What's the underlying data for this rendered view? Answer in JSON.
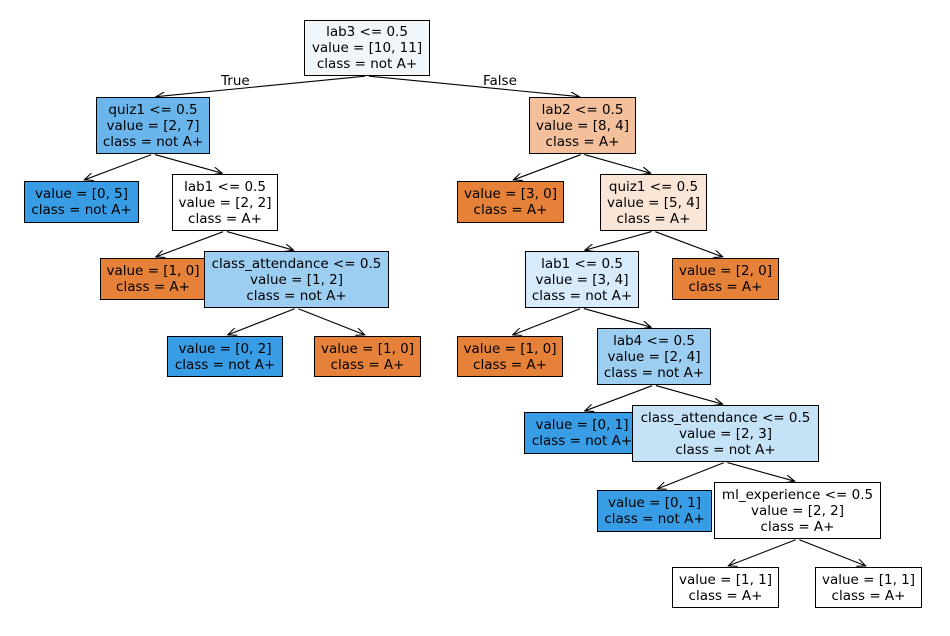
{
  "tree": {
    "branch_labels": {
      "left": "True",
      "right": "False"
    },
    "colors": {
      "orange_full": "#e58139",
      "orange_mid": "#f4c09b",
      "orange_light": "#fae6d7",
      "blue_full": "#399de5",
      "blue_mid": "#6ab6ec",
      "blue_soft": "#9ccef2",
      "blue_light": "#c5e2f7",
      "blue_pale": "#d7ebfa",
      "blue_faint": "#eff7fd",
      "white": "#ffffff"
    },
    "nodes": [
      {
        "id": "n0",
        "lines": [
          "lab3 <= 0.5",
          "value = [10, 11]",
          "class = not A+"
        ],
        "fill": "blue_faint",
        "parent": null
      },
      {
        "id": "n1",
        "lines": [
          "quiz1 <= 0.5",
          "value = [2, 7]",
          "class = not A+"
        ],
        "fill": "blue_mid",
        "parent": "n0"
      },
      {
        "id": "n2",
        "lines": [
          "value = [0, 5]",
          "class = not A+"
        ],
        "fill": "blue_full",
        "parent": "n1"
      },
      {
        "id": "n3",
        "lines": [
          "lab1 <= 0.5",
          "value = [2, 2]",
          "class = A+"
        ],
        "fill": "white",
        "parent": "n1"
      },
      {
        "id": "n4",
        "lines": [
          "value = [1, 0]",
          "class = A+"
        ],
        "fill": "orange_full",
        "parent": "n3"
      },
      {
        "id": "n5",
        "lines": [
          "class_attendance <= 0.5",
          "value = [1, 2]",
          "class = not A+"
        ],
        "fill": "blue_soft",
        "parent": "n3"
      },
      {
        "id": "n6",
        "lines": [
          "value = [0, 2]",
          "class = not A+"
        ],
        "fill": "blue_full",
        "parent": "n5"
      },
      {
        "id": "n7",
        "lines": [
          "value = [1, 0]",
          "class = A+"
        ],
        "fill": "orange_full",
        "parent": "n5"
      },
      {
        "id": "n8",
        "lines": [
          "lab2 <= 0.5",
          "value = [8, 4]",
          "class = A+"
        ],
        "fill": "orange_mid",
        "parent": "n0"
      },
      {
        "id": "n9",
        "lines": [
          "value = [3, 0]",
          "class = A+"
        ],
        "fill": "orange_full",
        "parent": "n8"
      },
      {
        "id": "n10",
        "lines": [
          "quiz1 <= 0.5",
          "value = [5, 4]",
          "class = A+"
        ],
        "fill": "orange_light",
        "parent": "n8"
      },
      {
        "id": "n11",
        "lines": [
          "lab1 <= 0.5",
          "value = [3, 4]",
          "class = not A+"
        ],
        "fill": "blue_pale",
        "parent": "n10"
      },
      {
        "id": "n12",
        "lines": [
          "value = [2, 0]",
          "class = A+"
        ],
        "fill": "orange_full",
        "parent": "n10"
      },
      {
        "id": "n13",
        "lines": [
          "value = [1, 0]",
          "class = A+"
        ],
        "fill": "orange_full",
        "parent": "n11"
      },
      {
        "id": "n14",
        "lines": [
          "lab4 <= 0.5",
          "value = [2, 4]",
          "class = not A+"
        ],
        "fill": "blue_soft",
        "parent": "n11"
      },
      {
        "id": "n15",
        "lines": [
          "value = [0, 1]",
          "class = not A+"
        ],
        "fill": "blue_full",
        "parent": "n14"
      },
      {
        "id": "n16",
        "lines": [
          "class_attendance <= 0.5",
          "value = [2, 3]",
          "class = not A+"
        ],
        "fill": "blue_light",
        "parent": "n14"
      },
      {
        "id": "n17",
        "lines": [
          "value = [0, 1]",
          "class = not A+"
        ],
        "fill": "blue_full",
        "parent": "n16"
      },
      {
        "id": "n18",
        "lines": [
          "ml_experience <= 0.5",
          "value = [2, 2]",
          "class = A+"
        ],
        "fill": "white",
        "parent": "n16"
      },
      {
        "id": "n19",
        "lines": [
          "value = [1, 1]",
          "class = A+"
        ],
        "fill": "white",
        "parent": "n18"
      },
      {
        "id": "n20",
        "lines": [
          "value = [1, 1]",
          "class = A+"
        ],
        "fill": "white",
        "parent": "n18"
      }
    ]
  }
}
